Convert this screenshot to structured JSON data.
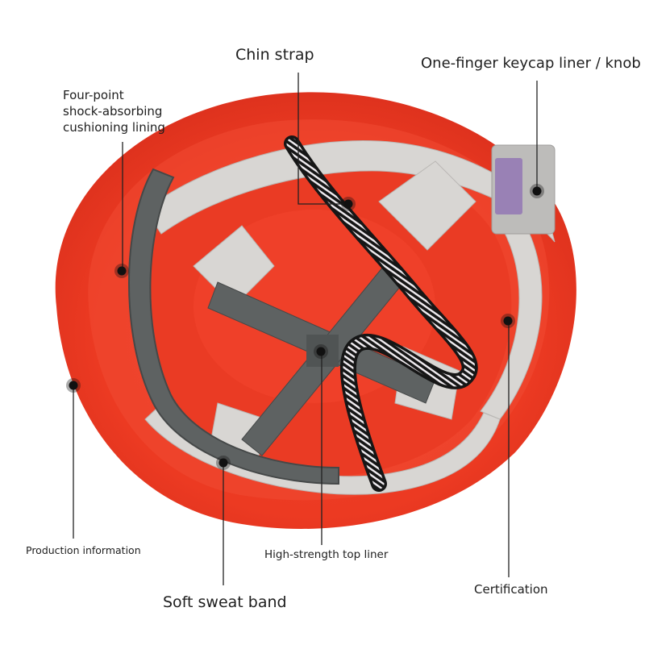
{
  "diagram": {
    "subject": "Safety helmet (hard hat) interior, viewed from below",
    "colors": {
      "shell": "#ee3b24",
      "shell_dark": "#c8281a",
      "shell_rim": "#f25a40",
      "harness": "#d8d6d3",
      "strap": "#5e6262",
      "strap_dark": "#454848",
      "chin_strap_edge": "#161616",
      "chin_strap_stripe": "#f2eef2",
      "knob": "#bdbcba",
      "marker": "#111111",
      "leader_line": "#222222"
    },
    "labels": {
      "chin_strap": "Chin strap",
      "knob": "One-finger keycap liner / knob",
      "lining_line1": "Four-point",
      "lining_line2": "shock-absorbing",
      "lining_line3": "cushioning lining",
      "production": "Production information",
      "top_liner": "High-strength top liner",
      "sweat_band": "Soft sweat band",
      "certification": "Certification"
    },
    "callouts": [
      {
        "id": "chin_strap",
        "label": "Chin strap",
        "marker": [
          432,
          253
        ]
      },
      {
        "id": "knob",
        "label": "One-finger keycap liner / knob",
        "marker": [
          666,
          237
        ]
      },
      {
        "id": "lining",
        "label": "Four-point shock-absorbing cushioning lining",
        "marker": [
          150,
          336
        ]
      },
      {
        "id": "production",
        "label": "Production information",
        "marker": [
          91,
          478
        ]
      },
      {
        "id": "top_liner",
        "label": "High-strength top liner",
        "marker": [
          398,
          436
        ]
      },
      {
        "id": "sweat_band",
        "label": "Soft sweat band",
        "marker": [
          277,
          574
        ]
      },
      {
        "id": "certification",
        "label": "Certification",
        "marker": [
          630,
          398
        ]
      }
    ]
  }
}
